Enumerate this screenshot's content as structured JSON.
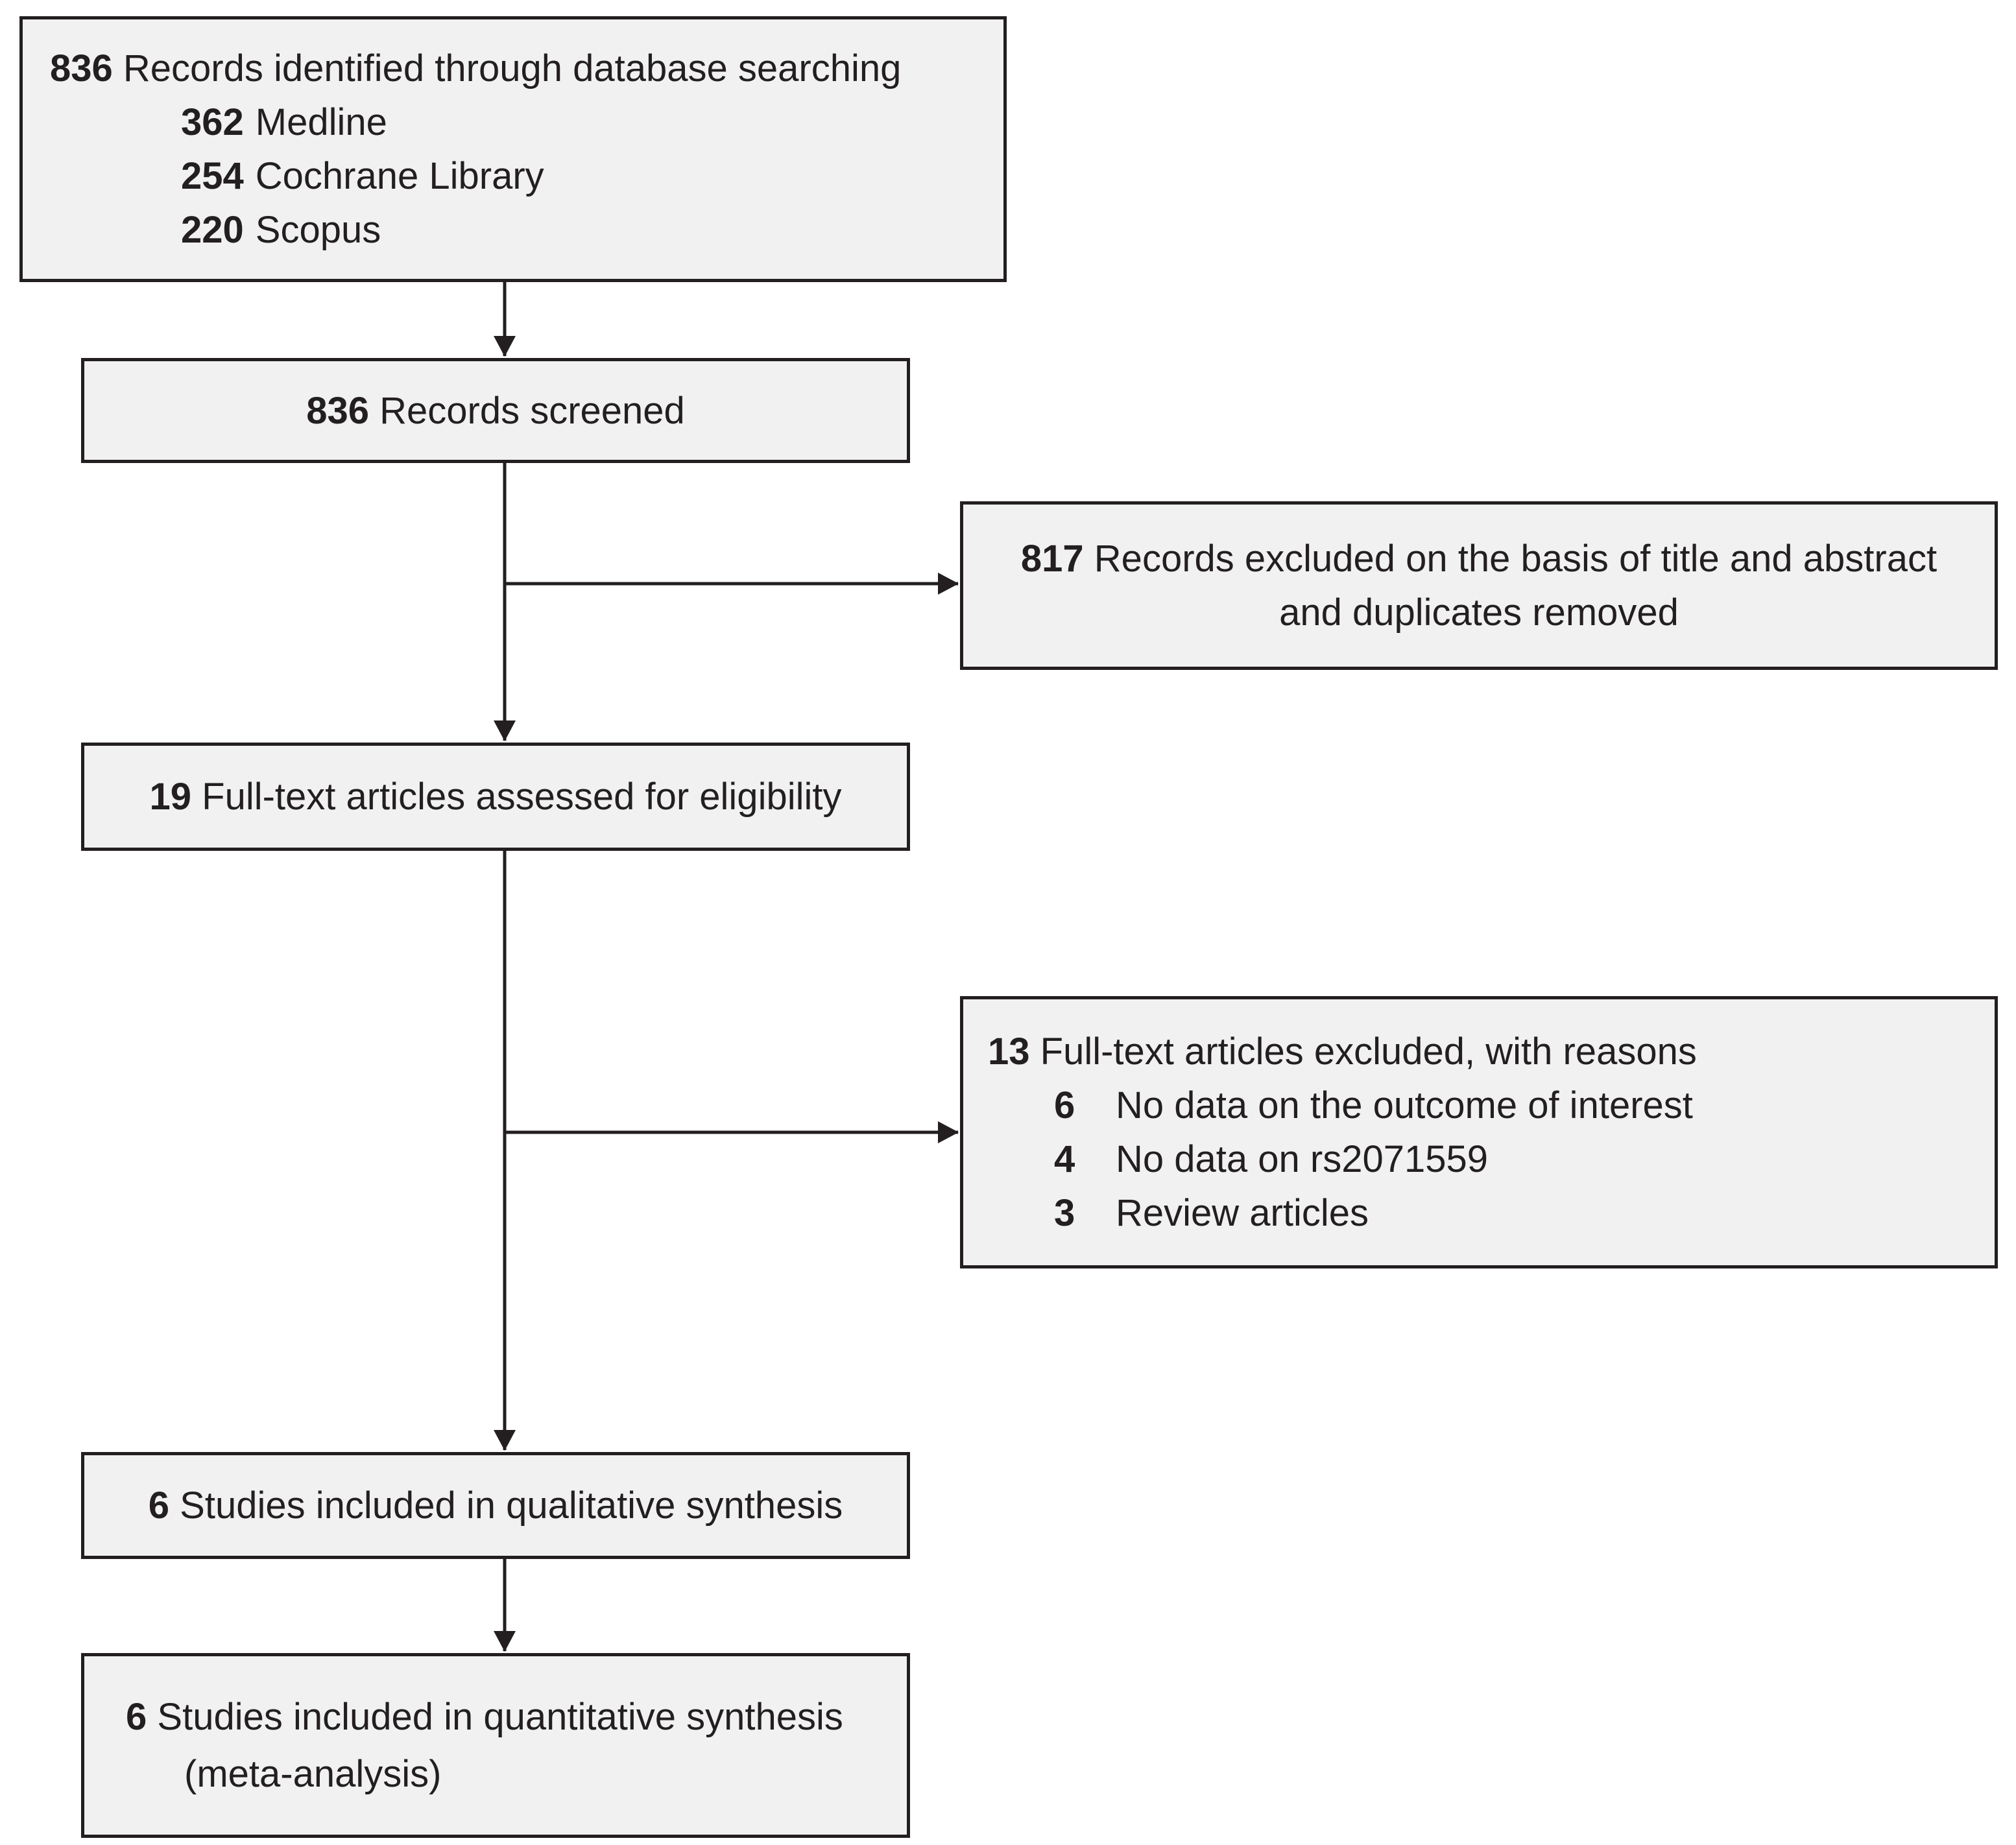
{
  "colors": {
    "background": "#ffffff",
    "box_fill": "#f0f1f0",
    "box_border": "#231f20",
    "text": "#231f20",
    "arrow": "#231f20"
  },
  "flow": {
    "identified": {
      "count": "836",
      "label": "Records identified through database searching",
      "sources": [
        {
          "count": "362",
          "label": "Medline"
        },
        {
          "count": "254",
          "label": "Cochrane Library"
        },
        {
          "count": "220",
          "label": "Scopus"
        }
      ]
    },
    "screened": {
      "count": "836",
      "label": "Records screened"
    },
    "excluded_screening": {
      "count": "817",
      "label_line1": "Records excluded on the basis of title and abstract",
      "label_line2": "and duplicates removed"
    },
    "eligibility": {
      "count": "19",
      "label": "Full-text articles assessed for eligibility"
    },
    "excluded_fulltext": {
      "count": "13",
      "label": "Full-text articles excluded, with reasons",
      "reasons": [
        {
          "count": "6",
          "label": "No data on the outcome of interest"
        },
        {
          "count": "4",
          "label": "No data on rs2071559"
        },
        {
          "count": "3",
          "label": "Review articles"
        }
      ]
    },
    "qualitative": {
      "count": "6",
      "label": "Studies included in qualitative synthesis"
    },
    "quantitative": {
      "count": "6",
      "label_line1": "Studies included in quantitative synthesis",
      "label_line2": "(meta-analysis)"
    }
  }
}
